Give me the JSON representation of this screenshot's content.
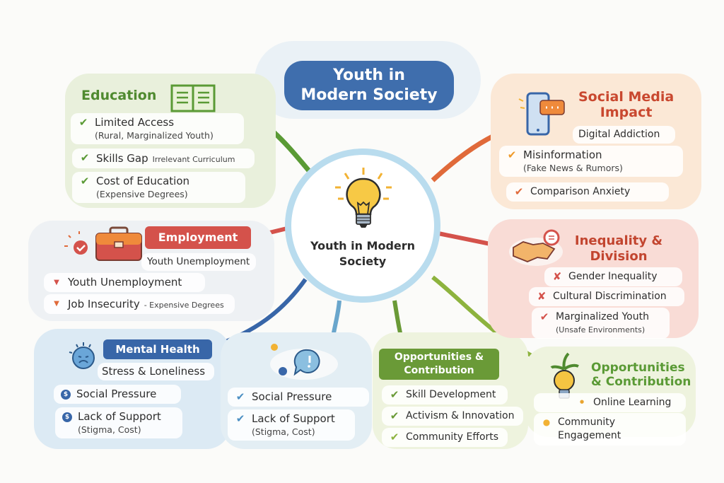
{
  "banner": {
    "title_line1": "Youth in",
    "title_line2": "Modern Society"
  },
  "center": {
    "label_line1": "Youth in Modern",
    "label_line2": "Society",
    "icon": "lightbulb-icon"
  },
  "colors": {
    "education": "#4f8a2f",
    "employment": "#d4524b",
    "mental_health": "#3866a8",
    "social_media": "#c9482f",
    "inequality": "#c2452f",
    "opportunities": "#6a9a37",
    "center_ring": "#b9dcee",
    "banner": "#3f6ead"
  },
  "education": {
    "title": "Education",
    "icon": "open-book-icon",
    "items": [
      {
        "mark": "✔",
        "label": "Limited Access",
        "sub": "(Rural, Marginalized Youth)"
      },
      {
        "mark": "✔",
        "label": "Skills Gap",
        "inline": "Irrelevant Curriculum"
      },
      {
        "mark": "✔",
        "label": "Cost of Education",
        "sub": "(Expensive Degrees)"
      }
    ]
  },
  "employment": {
    "title": "Employment",
    "icon": "briefcase-icon",
    "subtitle": "Youth Unemployment",
    "items": [
      {
        "mark": "▼",
        "label": "Youth Unemployment"
      },
      {
        "mark": "▼",
        "label": "Job Insecurity",
        "inline": "- Expensive Degrees"
      }
    ]
  },
  "mental_health": {
    "title": "Mental Health",
    "icon": "sad-face-icon",
    "subtitle": "Stress & Loneliness",
    "items": [
      {
        "mark": "$",
        "label": "Social Pressure"
      },
      {
        "mark": "$",
        "label": "Lack of Support",
        "sub": "(Stigma, Cost)"
      }
    ]
  },
  "mental_health_2": {
    "icon": "speech-alert-icon",
    "items": [
      {
        "mark": "✔",
        "label": "Social Pressure"
      },
      {
        "mark": "✔",
        "label": "Lack of Support",
        "sub": "(Stigma, Cost)"
      }
    ]
  },
  "opportunities_1": {
    "title_line1": "Opportunities &",
    "title_line2": "Contribution",
    "items": [
      {
        "mark": "✔",
        "label": "Skill Development"
      },
      {
        "mark": "✔",
        "label": "Activism & Innovation"
      },
      {
        "mark": "✔",
        "label": "Community Efforts"
      }
    ]
  },
  "opportunities_2": {
    "title_line1": "Opportunities",
    "title_line2": "& Contribution",
    "icon": "sprouting-bulb-icon",
    "items": [
      {
        "mark": "•",
        "label": "Online Learning"
      },
      {
        "mark": "●",
        "label": "Community Engagement"
      }
    ]
  },
  "social_media": {
    "title_line1": "Social Media",
    "title_line2": "Impact",
    "icon": "phone-chat-icon",
    "subtitle": "Digital Addiction",
    "items": [
      {
        "mark": "✔",
        "label": "Misinformation",
        "sub": "(Fake News & Rumors)"
      },
      {
        "mark": "✔",
        "label": "Comparison Anxiety"
      }
    ]
  },
  "inequality": {
    "title_line1": "Inequality &",
    "title_line2": "Division",
    "icon": "handshake-icon",
    "items": [
      {
        "mark": "✘",
        "label": "Gender Inequality"
      },
      {
        "mark": "✘",
        "label": "Cultural Discrimination"
      },
      {
        "mark": "✔",
        "label": "Marginalized Youth",
        "sub": "(Unsafe Environments)"
      }
    ]
  }
}
